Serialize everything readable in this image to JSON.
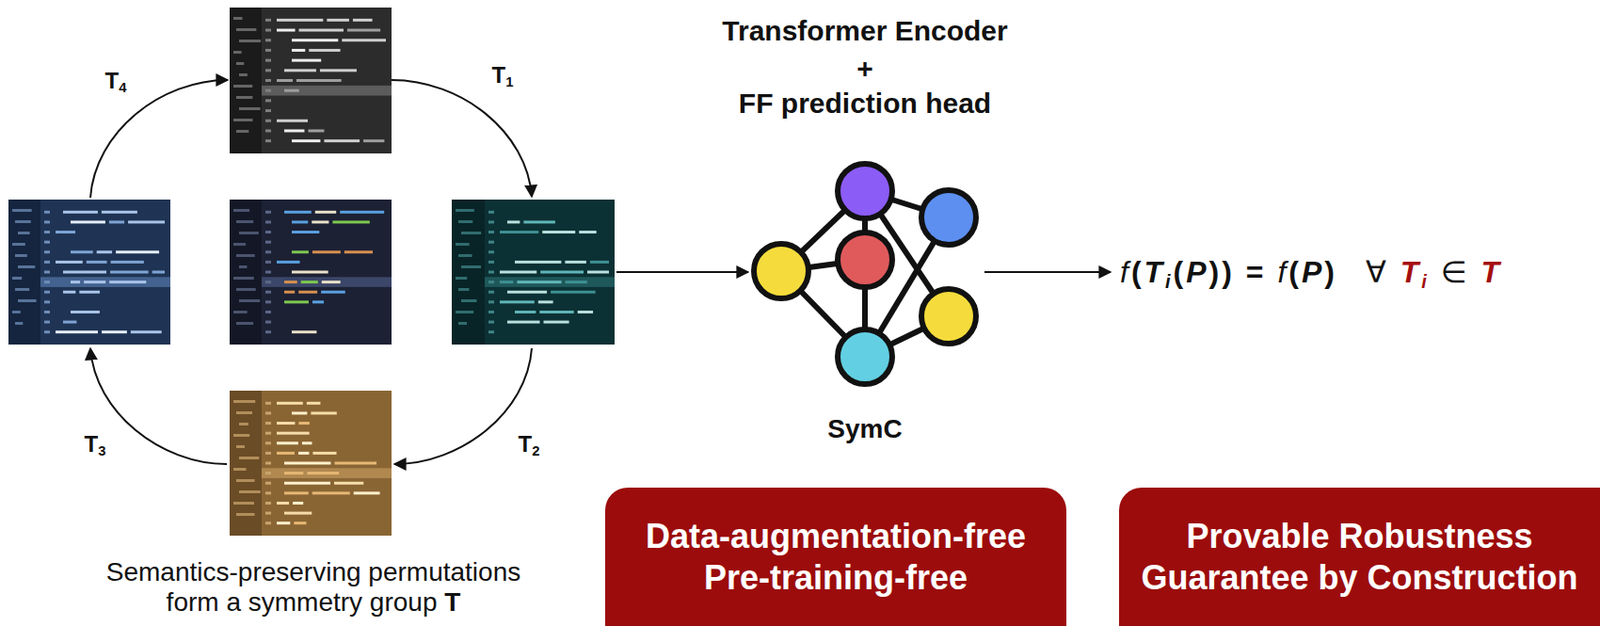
{
  "diagram": {
    "nodes": [
      {
        "text": [
          "Data-augmentation-free Pre-training-free"
        ]
      },
      {
        "text": [
          "Provable Robustness Guarantee by Construction"
        ]
      }
    ],
    "labels": [
      "T1",
      "T2",
      "T3",
      "T4",
      "Transformer Encoder",
      "+",
      "FF prediction head",
      "SymC",
      "f(Ti(P)) = f(P)",
      "∀ Ti ∈ T",
      "Semantics-preserving permutations form a symmetry group T"
    ]
  }
}
